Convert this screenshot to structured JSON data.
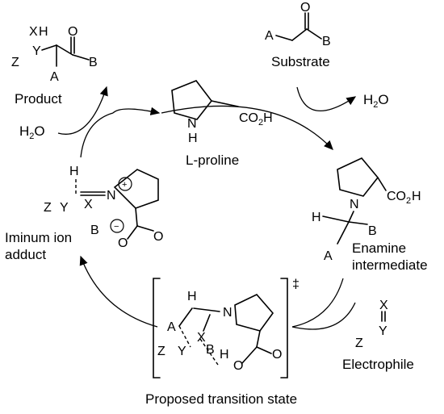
{
  "labels": {
    "product": "Product",
    "substrate": "Substrate",
    "l_proline": "L-proline",
    "enamine": [
      "Enamine",
      "intermediate"
    ],
    "iminium": [
      "Iminum ion",
      "adduct"
    ],
    "transition": "Proposed transition state",
    "electrophile": "Electrophile",
    "water_in": "H2O",
    "water_out": "H2O",
    "double_dagger": "‡"
  },
  "atoms": {
    "X": "X",
    "H": "H",
    "Y": "Y",
    "Z": "Z",
    "O": "O",
    "A": "A",
    "B": "B",
    "N": "N",
    "CO2H": "CO",
    "two": "2",
    "plus": "+",
    "minus": "−"
  }
}
